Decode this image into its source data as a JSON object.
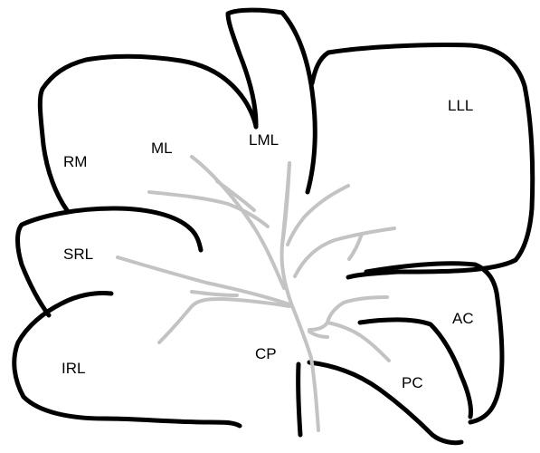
{
  "labels": {
    "rm": "RM",
    "ml": "ML",
    "lml": "LML",
    "lll": "LLL",
    "srl": "SRL",
    "irl": "IRL",
    "cp": "CP",
    "ac": "AC",
    "pc": "PC"
  },
  "colors": {
    "outline": "#000000",
    "vessels": "#c3c3c3",
    "background": "#ffffff"
  }
}
